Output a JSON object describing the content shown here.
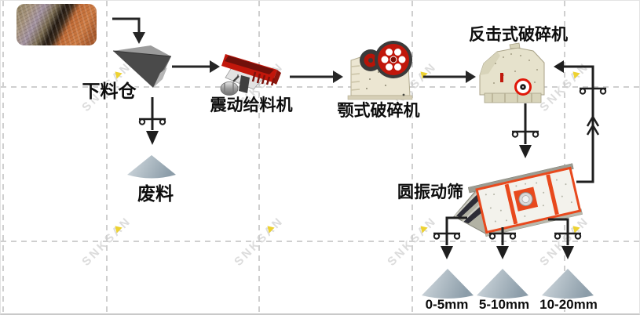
{
  "nodes": {
    "feed_bin": {
      "label": "下料仓"
    },
    "vibrating_feeder": {
      "label": "震动给料机"
    },
    "jaw_crusher": {
      "label": "颚式破碎机"
    },
    "impact_crusher": {
      "label": "反击式破碎机"
    },
    "vibrating_screen": {
      "label": "圆振动筛"
    },
    "waste": {
      "label": "废料"
    },
    "product_0_5": {
      "label": "0-5mm"
    },
    "product_5_10": {
      "label": "5-10mm"
    },
    "product_10_20": {
      "label": "10-20mm"
    }
  },
  "flow": [
    {
      "from": "raw_material_photo",
      "to": "feed_bin"
    },
    {
      "from": "feed_bin",
      "to": "vibrating_feeder"
    },
    {
      "from": "feed_bin",
      "to": "waste"
    },
    {
      "from": "vibrating_feeder",
      "to": "jaw_crusher"
    },
    {
      "from": "jaw_crusher",
      "to": "impact_crusher"
    },
    {
      "from": "impact_crusher",
      "to": "vibrating_screen"
    },
    {
      "from": "vibrating_screen",
      "to": "impact_crusher"
    },
    {
      "from": "vibrating_screen",
      "to": "product_0_5"
    },
    {
      "from": "vibrating_screen",
      "to": "product_5_10"
    },
    {
      "from": "vibrating_screen",
      "to": "product_10_20"
    }
  ],
  "watermark": {
    "text": "SNKSAN"
  },
  "colors": {
    "machine_red": "#c1170b",
    "screen_frame_orange": "#e8491d",
    "machine_body_beige": "#e9e4d0",
    "hopper_gray": "#4a4a4a",
    "cone_light": "#d3dbe0",
    "cone_dark": "#8fa0ab",
    "arrow_black": "#262626",
    "grid_gray": "#cfcfcf",
    "watermark_gray": "#dcdcdc",
    "watermark_accent_yellow": "#edd231"
  }
}
